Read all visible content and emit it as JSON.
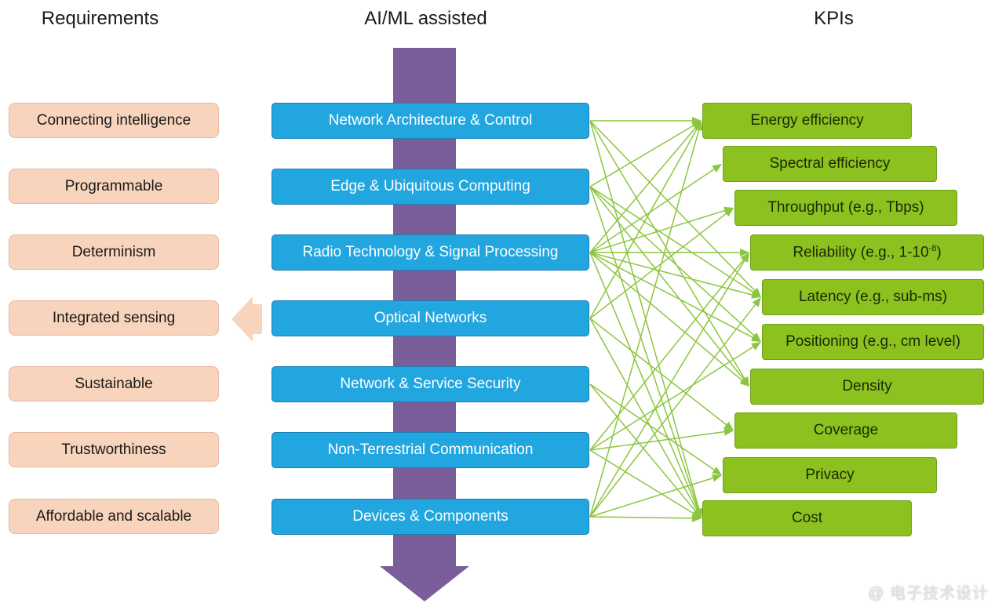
{
  "headers": {
    "requirements": "Requirements",
    "ai_ml": "AI/ML assisted",
    "kpis": "KPIs"
  },
  "requirements": [
    "Connecting intelligence",
    "Programmable",
    "Determinism",
    "Integrated sensing",
    "Sustainable",
    "Trustworthiness",
    "Affordable and scalable"
  ],
  "technologies": [
    "Network Architecture & Control",
    "Edge & Ubiquitous Computing",
    "Radio Technology & Signal Processing",
    "Optical Networks",
    "Network & Service Security",
    "Non-Terrestrial Communication",
    "Devices & Components"
  ],
  "kpis": [
    {
      "label": "Energy efficiency"
    },
    {
      "label": "Spectral efficiency"
    },
    {
      "label": "Throughput (e.g., Tbps)"
    },
    {
      "label": "Reliability (e.g., 1-10",
      "sup": "-8",
      "suffix": ")"
    },
    {
      "label": "Latency (e.g., sub-ms)"
    },
    {
      "label": "Positioning (e.g., cm level)"
    },
    {
      "label": "Density"
    },
    {
      "label": "Coverage"
    },
    {
      "label": "Privacy"
    },
    {
      "label": "Cost"
    }
  ],
  "connections": [
    [
      0,
      0
    ],
    [
      0,
      4
    ],
    [
      0,
      6
    ],
    [
      0,
      9
    ],
    [
      1,
      0
    ],
    [
      1,
      4
    ],
    [
      1,
      5
    ],
    [
      1,
      6
    ],
    [
      1,
      9
    ],
    [
      2,
      0
    ],
    [
      2,
      1
    ],
    [
      2,
      2
    ],
    [
      2,
      3
    ],
    [
      2,
      4
    ],
    [
      2,
      5
    ],
    [
      2,
      6
    ],
    [
      2,
      9
    ],
    [
      3,
      0
    ],
    [
      3,
      2
    ],
    [
      3,
      7
    ],
    [
      3,
      9
    ],
    [
      4,
      8
    ],
    [
      4,
      9
    ],
    [
      5,
      3
    ],
    [
      5,
      5
    ],
    [
      5,
      7
    ],
    [
      5,
      9
    ],
    [
      6,
      0
    ],
    [
      6,
      3
    ],
    [
      6,
      4
    ],
    [
      6,
      8
    ],
    [
      6,
      9
    ]
  ],
  "colors": {
    "requirement_fill": "#f8d4bc",
    "technology_fill": "#22a6e0",
    "kpi_fill": "#8cc11f",
    "arrow_purple": "#7a5e9a",
    "connector_green": "#8cc63f",
    "left_arrow": "#f8d4bc"
  },
  "watermark": "@ 电子技术设计"
}
